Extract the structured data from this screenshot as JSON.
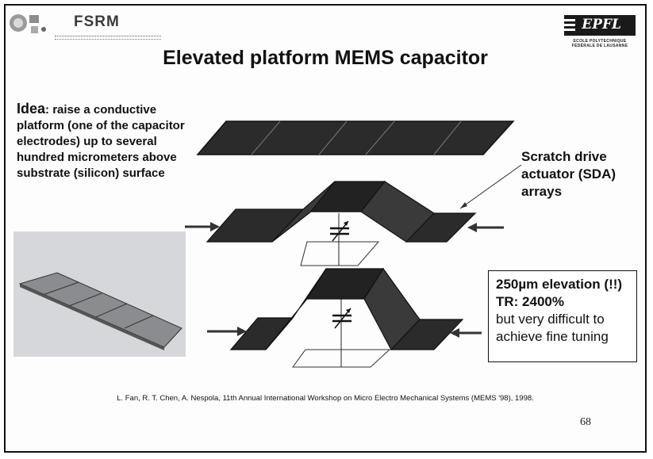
{
  "header": {
    "left_logo_text": "FSRM",
    "right_logo_text": "EPFL",
    "right_logo_subtitle": "ECOLE POLYTECHNIQUE FÉDÉRALE DE LAUSANNE"
  },
  "slide": {
    "title": "Elevated platform MEMS capacitor",
    "idea_label": "Idea",
    "idea_text": ": raise a conductive platform (one of the capacitor electrodes) up to several hundred micrometers above substrate (silicon) surface",
    "sda_label": "Scratch drive actuator (SDA) arrays",
    "elevation_line1": "250µm elevation (!!)",
    "elevation_line2": "TR: 2400%",
    "elevation_line3": "but very difficult to achieve fine tuning",
    "reference": "L. Fan, R. T. Chen, A. Nespola, 11th Annual International Workshop on Micro Electro Mechanical Systems (MEMS '98), 1998.",
    "page_number": "68"
  },
  "colors": {
    "plate_dark": "#2b2b2b",
    "plate_edge": "#111111",
    "render_bg": "#d6d7db",
    "render_plate": "#8a8c8f"
  },
  "icons": [
    "fsrm-logo",
    "epfl-logo",
    "capacitor-symbol-icon",
    "arrow-right-icon",
    "arrow-left-icon"
  ]
}
